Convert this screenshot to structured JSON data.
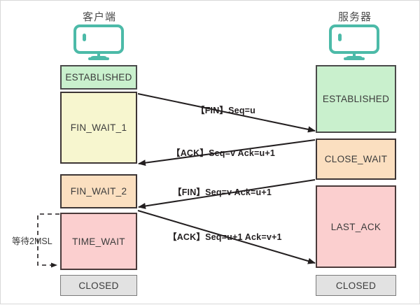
{
  "diagram": {
    "title_client": "客户端",
    "title_server": "服务器",
    "client_icon": "monitor-icon",
    "server_icon": "monitor-icon"
  },
  "client_states": [
    {
      "label": "ESTABLISHED",
      "color": "#c9f0cd",
      "style": "s-green"
    },
    {
      "label": "FIN_WAIT_1",
      "color": "#f7f6cf",
      "style": "s-yellow"
    },
    {
      "label": "FIN_WAIT_2",
      "color": "#fbdfc0",
      "style": "s-orange"
    },
    {
      "label": "TIME_WAIT",
      "color": "#fbcfcf",
      "style": "s-pink"
    },
    {
      "label": "CLOSED",
      "color": "#e2e2e2",
      "style": "s-gray"
    }
  ],
  "server_states": [
    {
      "label": "ESTABLISHED",
      "color": "#c9f0cd",
      "style": "s-green"
    },
    {
      "label": "CLOSE_WAIT",
      "color": "#fbdfc0",
      "style": "s-orange"
    },
    {
      "label": "LAST_ACK",
      "color": "#fbcfcf",
      "style": "s-pink"
    },
    {
      "label": "CLOSED",
      "color": "#e2e2e2",
      "style": "s-gray"
    }
  ],
  "messages": [
    {
      "text": "【FIN】Seq=u",
      "direction": "client-to-server"
    },
    {
      "text": "【ACK】Seq=v Ack=u+1",
      "direction": "server-to-client"
    },
    {
      "text": "【FIN】Seq=v Ack=u+1",
      "direction": "server-to-client"
    },
    {
      "text": "【ACK】Seq=u+1 Ack=v+1",
      "direction": "client-to-server"
    }
  ],
  "annotations": {
    "msl_wait": "等待2MSL"
  },
  "colors": {
    "icon_teal": "#4cbaa8",
    "line": "#231f20",
    "text": "#3b3b3b"
  }
}
